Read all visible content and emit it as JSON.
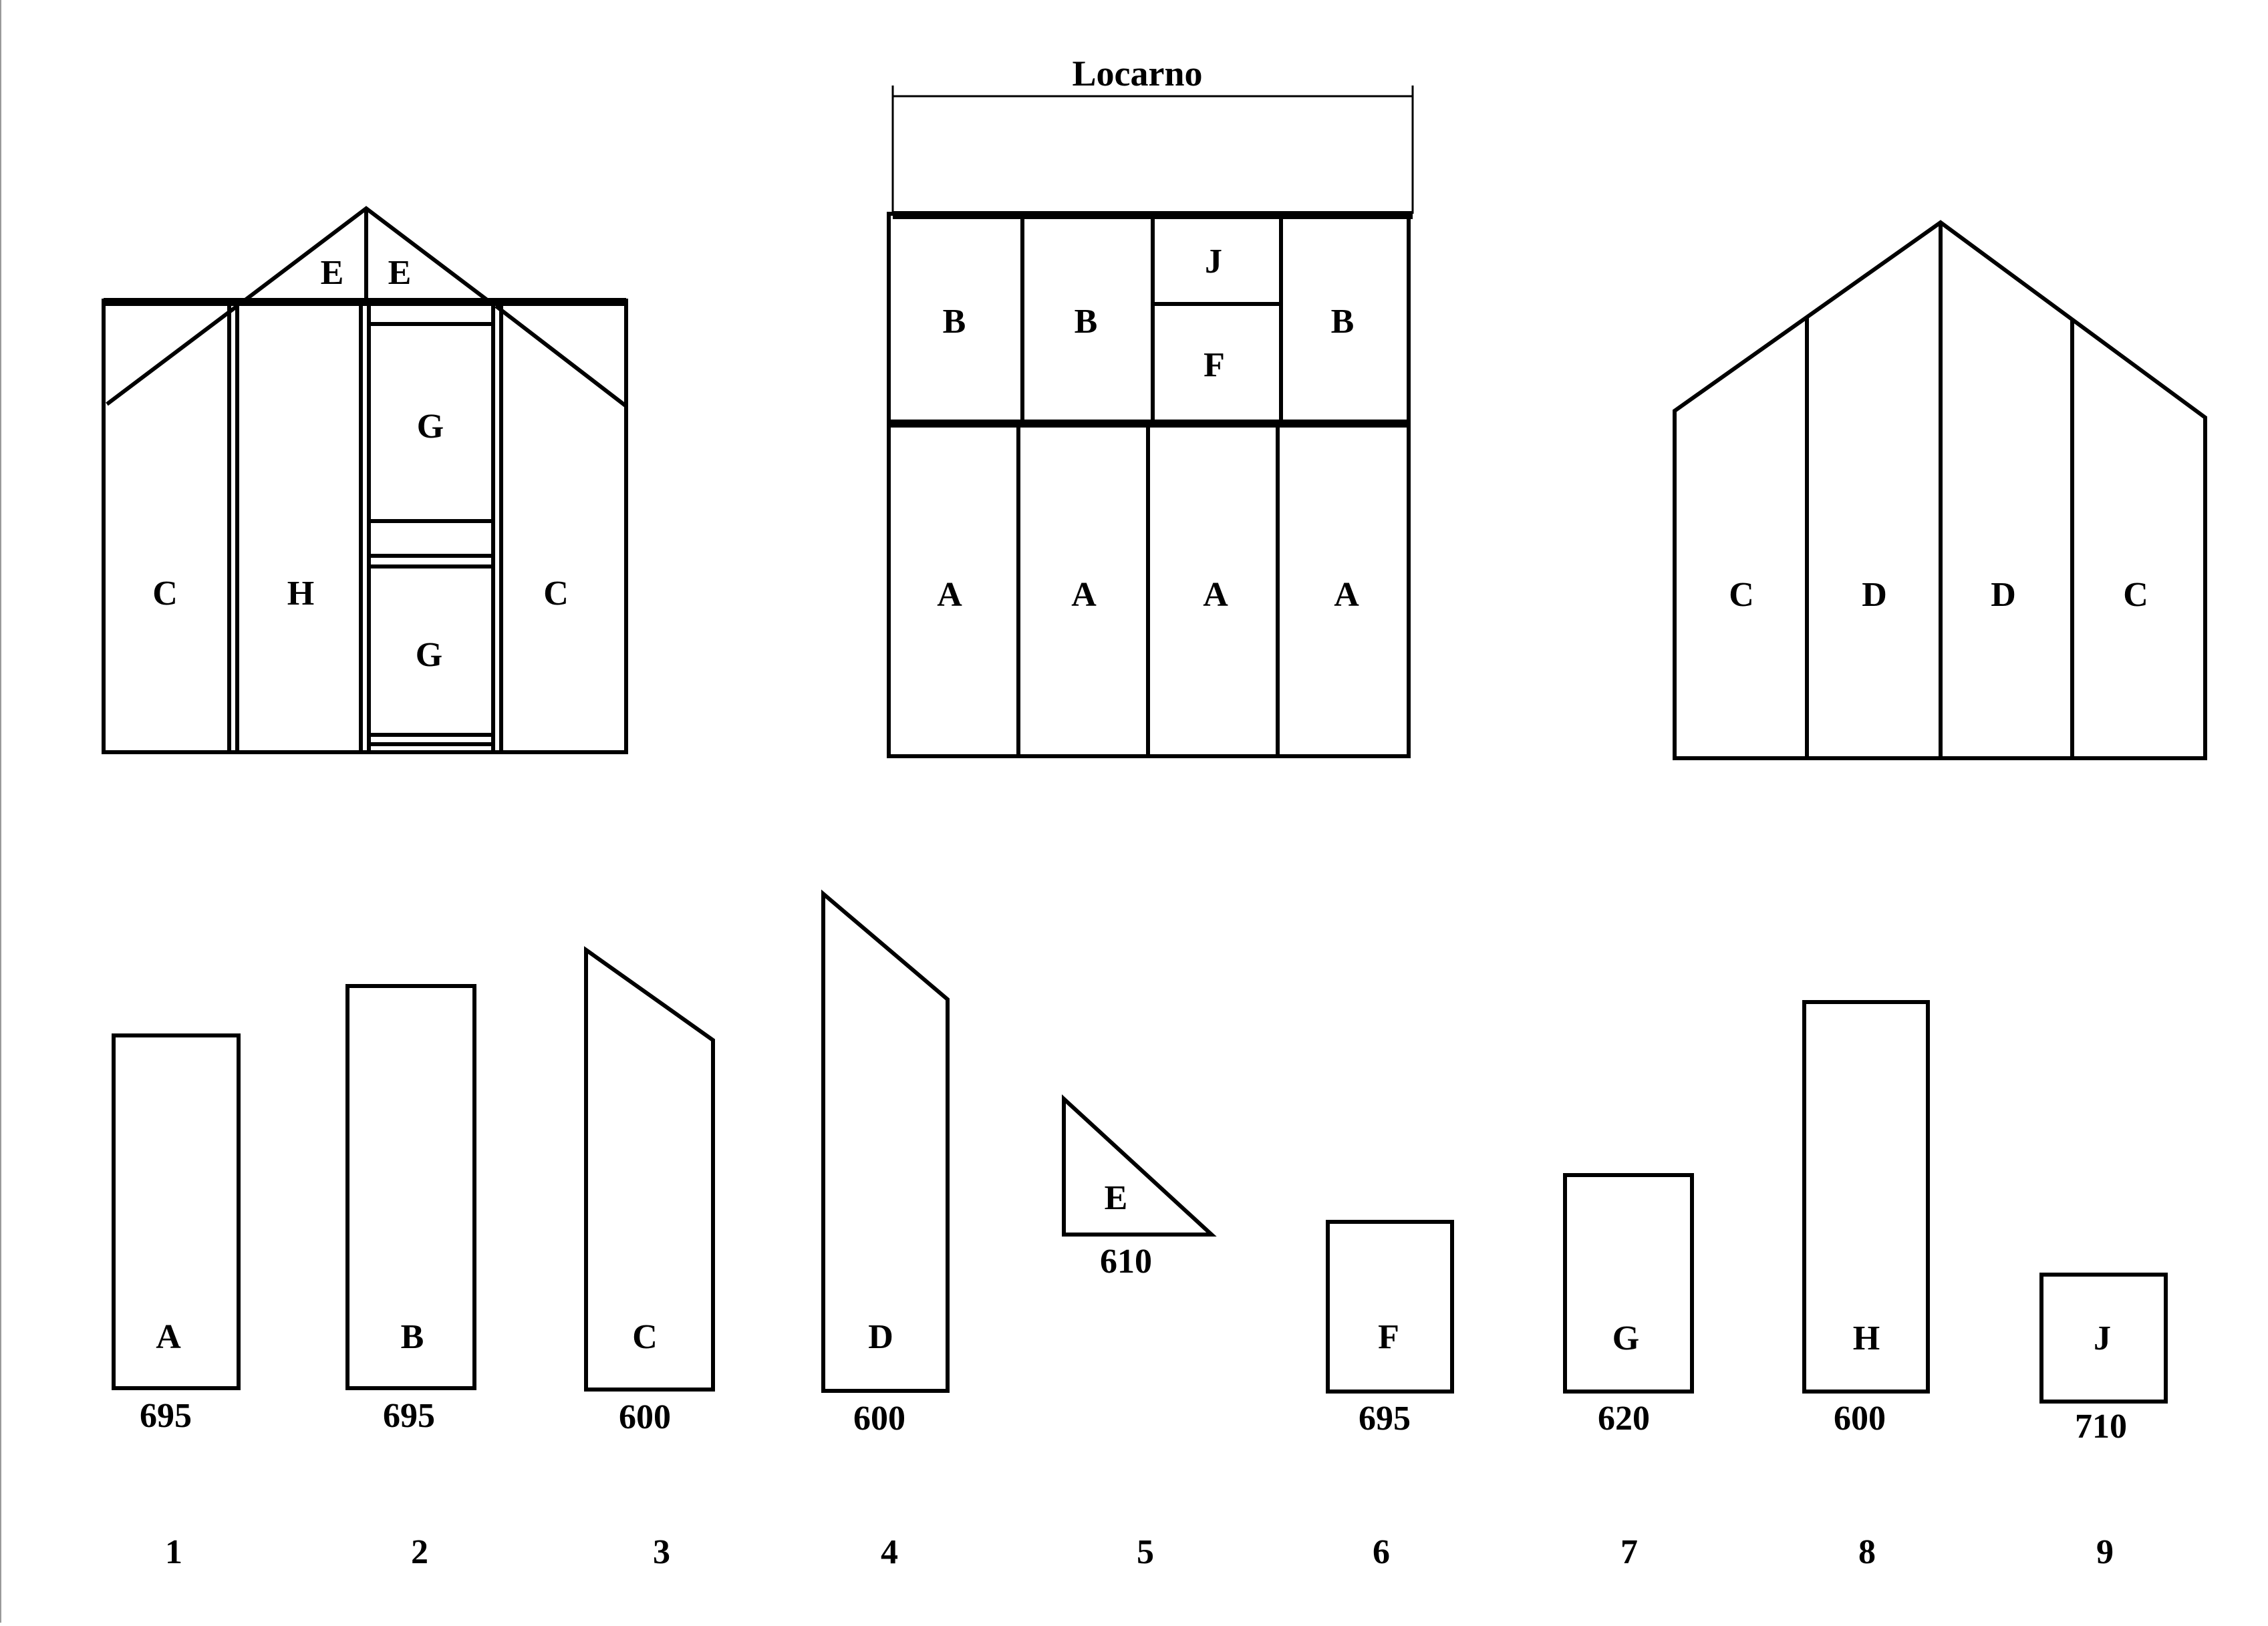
{
  "front_elevation": {
    "labels": {
      "e_left": "E",
      "e_right": "E",
      "c_left": "C",
      "h": "H",
      "g_top": "G",
      "g_bottom": "G",
      "c_right": "C"
    }
  },
  "side_elevation": {
    "title": "Locarno",
    "labels": {
      "b1": "B",
      "b2": "B",
      "j": "J",
      "f": "F",
      "b4": "B",
      "a1": "A",
      "a2": "A",
      "a3": "A",
      "a4": "A"
    }
  },
  "back_elevation": {
    "labels": {
      "c_left": "C",
      "d_left": "D",
      "d_right": "D",
      "c_right": "C"
    }
  },
  "panels": [
    {
      "letter": "A",
      "width": "695",
      "number": "1"
    },
    {
      "letter": "B",
      "width": "695",
      "number": "2"
    },
    {
      "letter": "C",
      "width": "600",
      "number": "3"
    },
    {
      "letter": "D",
      "width": "600",
      "number": "4"
    },
    {
      "letter": "E",
      "width": "610",
      "number": "5"
    },
    {
      "letter": "F",
      "width": "695",
      "number": "6"
    },
    {
      "letter": "G",
      "width": "620",
      "number": "7"
    },
    {
      "letter": "H",
      "width": "600",
      "number": "8"
    },
    {
      "letter": "J",
      "width": "710",
      "number": "9"
    }
  ]
}
